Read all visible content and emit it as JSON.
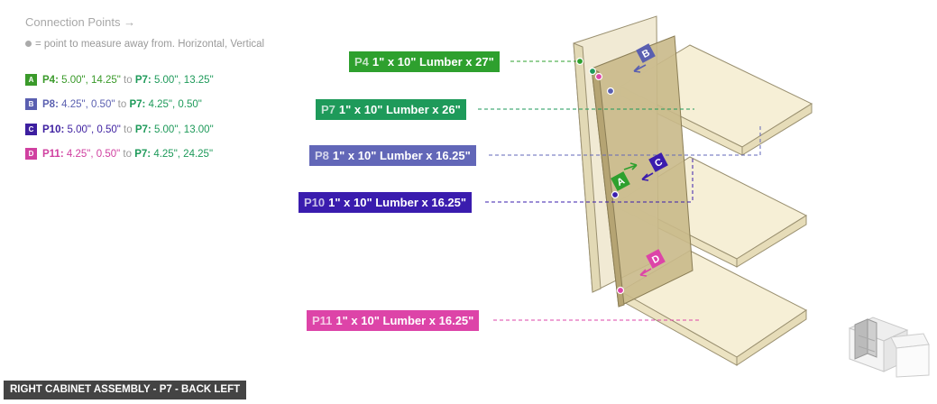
{
  "legend": {
    "title": "Connection Points →",
    "note": "= point to measure away from. Horizontal, Vertical",
    "to_word": "to",
    "connections": [
      {
        "badge": "A",
        "from_id": "P4:",
        "from_val": "5.00\", 14.25\"",
        "to_id": "P7:",
        "to_val": "5.00\", 13.25\"",
        "from_color": "#3a9a2a",
        "to_color": "#1e9a5a"
      },
      {
        "badge": "B",
        "from_id": "P8:",
        "from_val": "4.25\", 0.50\"",
        "to_id": "P7:",
        "to_val": "4.25\", 0.50\"",
        "from_color": "#5a5fb0",
        "to_color": "#1e9a5a"
      },
      {
        "badge": "C",
        "from_id": "P10:",
        "from_val": "5.00\", 0.50\"",
        "to_id": "P7:",
        "to_val": "5.00\", 13.00\"",
        "from_color": "#3d1fa0",
        "to_color": "#1e9a5a"
      },
      {
        "badge": "D",
        "from_id": "P11:",
        "from_val": "4.25\", 0.50\"",
        "to_id": "P7:",
        "to_val": "4.25\", 24.25\"",
        "from_color": "#d040a0",
        "to_color": "#1e9a5a"
      }
    ]
  },
  "tags": [
    {
      "id": "P4",
      "text": "1\" x 10\" Lumber  x 27\"",
      "color": "#2ea02e"
    },
    {
      "id": "P7",
      "text": "1\" x 10\" Lumber  x 26\"",
      "color": "#1e9a5a"
    },
    {
      "id": "P8",
      "text": "1\" x 10\" Lumber  x 16.25\"",
      "color": "#6267b8"
    },
    {
      "id": "P10",
      "text": "1\" x 10\" Lumber  x 16.25\"",
      "color": "#3a1cae"
    },
    {
      "id": "P11",
      "text": "1\" x 10\" Lumber  x 16.25\"",
      "color": "#dd44a8"
    }
  ],
  "markers": [
    {
      "badge": "A",
      "color": "#2ea02e"
    },
    {
      "badge": "B",
      "color": "#5a5fb0"
    },
    {
      "badge": "C",
      "color": "#3a1cae"
    },
    {
      "badge": "D",
      "color": "#dd44a8"
    }
  ],
  "caption": "RIGHT CABINET ASSEMBLY - P7 - BACK LEFT"
}
